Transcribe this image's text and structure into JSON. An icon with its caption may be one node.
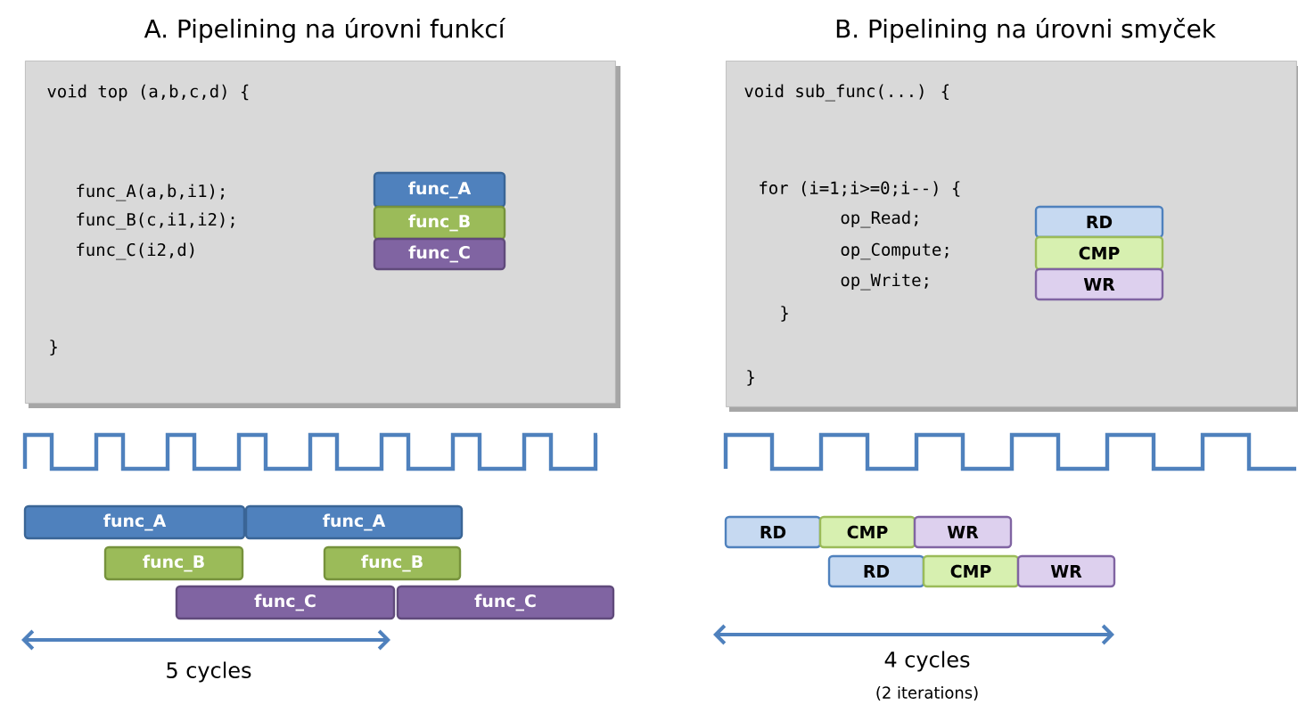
{
  "diagram": {
    "nodes": [
      {
        "text": [
          "A. Pipelining na úrovni funkcí",
          "void top (a,b,c,d) {",
          "func_A(a,b,i1);",
          "func_B(c,i1,i2);",
          "func_C(i2,d)",
          "}"
        ]
      },
      {
        "text": [
          "func_A"
        ],
        "in": 0
      },
      {
        "text": [
          "func_B"
        ],
        "in": 0
      },
      {
        "text": [
          "func_C"
        ],
        "in": 0
      },
      {
        "text": [
          "B. Pipelining na úrovni smyček",
          "void sub_func(...) {",
          "for (i=1;i>=0;i--) {",
          "op_Read;",
          "op_Compute;",
          "op_Write;",
          "}",
          "}"
        ]
      },
      {
        "text": [
          "RD"
        ],
        "in": 4
      },
      {
        "text": [
          "CMP"
        ],
        "in": 4
      },
      {
        "text": [
          "WR"
        ],
        "in": 4
      },
      {
        "text": [
          "func_A"
        ]
      },
      {
        "text": [
          "func_A"
        ]
      },
      {
        "text": [
          "func_B"
        ]
      },
      {
        "text": [
          "func_B"
        ]
      },
      {
        "text": [
          "func_C"
        ]
      },
      {
        "text": [
          "func_C"
        ]
      },
      {
        "text": [
          "RD"
        ]
      },
      {
        "text": [
          "CMP"
        ]
      },
      {
        "text": [
          "WR"
        ]
      },
      {
        "text": [
          "RD"
        ]
      },
      {
        "text": [
          "CMP"
        ]
      },
      {
        "text": [
          "WR"
        ]
      }
    ],
    "labels": [
      "5 cycles",
      "4 cycles",
      "(2 iterations)"
    ]
  }
}
